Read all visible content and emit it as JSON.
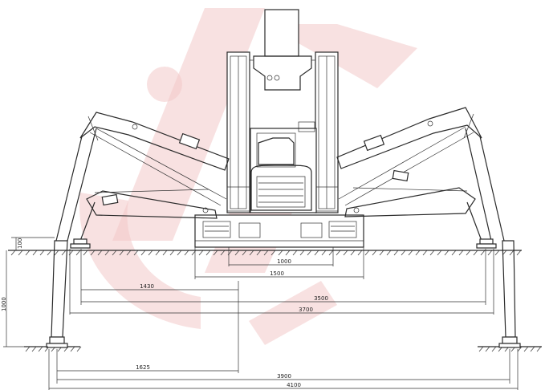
{
  "drawing": {
    "dimensions_horizontal": {
      "d1000": "1000",
      "d1500": "1500",
      "d1430": "1430",
      "d3500": "3500",
      "d3700": "3700",
      "d1625": "1625",
      "d3900": "3900",
      "d4100": "4100"
    },
    "dimensions_vertical": {
      "d100": "100",
      "d1000v": "1000"
    }
  },
  "colors": {
    "line": "#2a2a2a",
    "watermark": "#f2c8c8"
  }
}
